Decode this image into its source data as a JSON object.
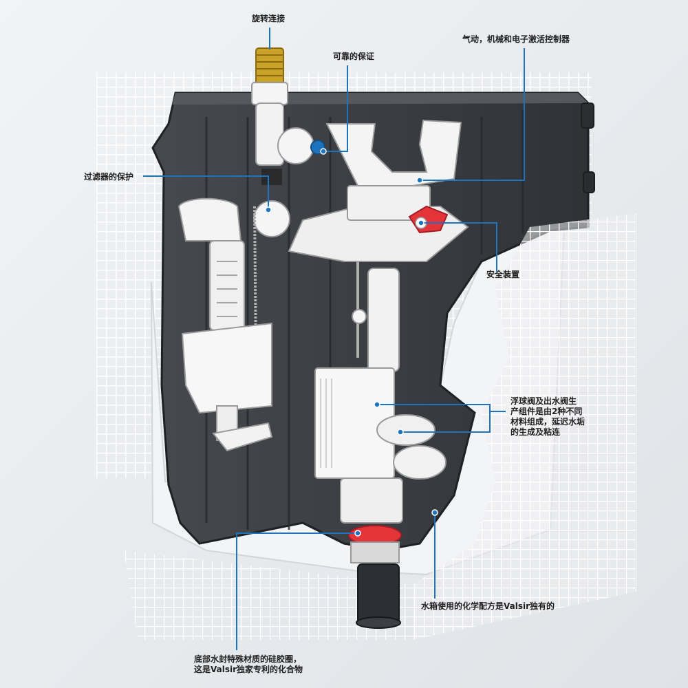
{
  "colors": {
    "background": "#e9ecef",
    "tank": "#3b3e42",
    "tank_inner": "#2e3135",
    "mesh": "#ffffff",
    "insulation": "#f0f1f2",
    "callout_line": "#1e73be",
    "callout_dot": "#1e73be",
    "seal_red": "#e3343a",
    "brass": "#c9a227",
    "label_text": "#1f1f1f"
  },
  "icons": {
    "blue_knob": "filter-knob",
    "red_button": "safety-device",
    "connector": "brass-connector"
  },
  "labels": {
    "rotate": "旋转连接",
    "reliable": "可靠的保证",
    "activate": "气动，机械和电子激活控制器",
    "filter": "过滤器的保护",
    "safety": "安全装置",
    "float_valve": "浮球阀及出水阀生\n产组件是由2种不同\n材料组成，延迟水垢\n的生成及粘连",
    "chemistry": "水箱使用的化学配方是Valsir独有的",
    "seal": "底部水封特殊材质的硅胶圈，\n这是Valsir独家专利的化合物"
  }
}
